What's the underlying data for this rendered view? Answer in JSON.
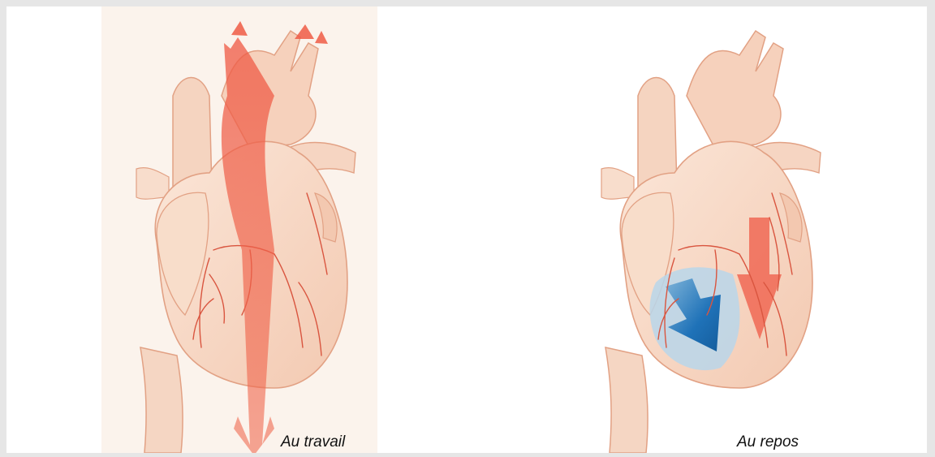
{
  "figure": {
    "captions": {
      "left": "Au travail",
      "right": "Au repos"
    },
    "colors": {
      "tissue": "#f7d8c5",
      "tissue_shadow": "#eebfa6",
      "outline": "#e2a184",
      "vessel": "#d9553f",
      "flow_arrow_red": "#ef5a45",
      "flow_arrow_blue": "#1f72b8"
    },
    "panels": [
      {
        "id": "left",
        "state": "Au travail",
        "arrows": [
          "red-flow-arrow"
        ]
      },
      {
        "id": "right",
        "state": "Au repos",
        "arrows": [
          "blue-flow-arrow",
          "red-flow-arrow"
        ]
      }
    ]
  }
}
